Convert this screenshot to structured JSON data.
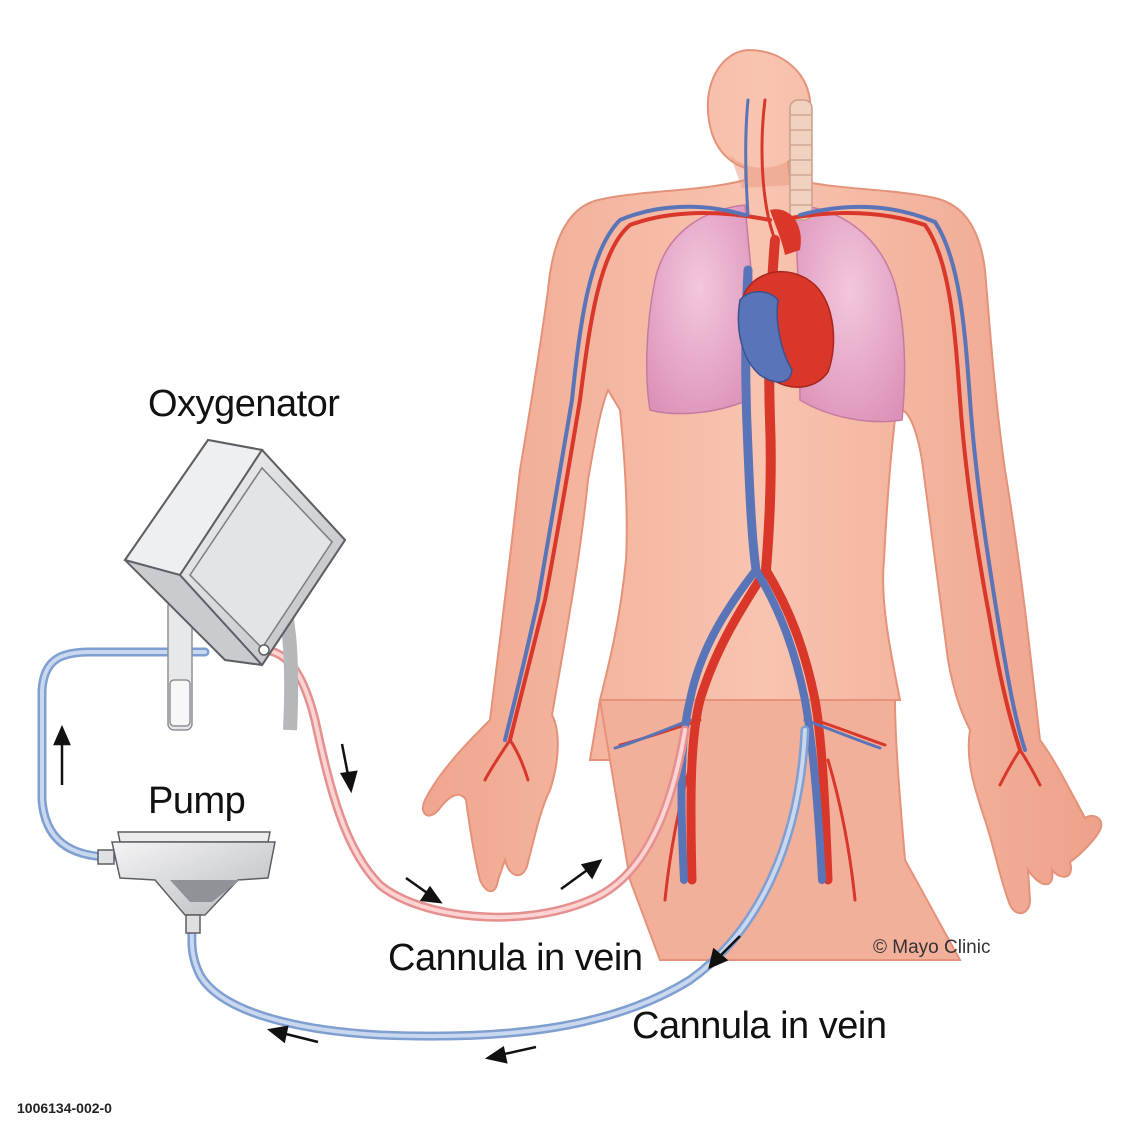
{
  "labels": {
    "oxygenator": "Oxygenator",
    "pump": "Pump",
    "cannula_upper": "Cannula in vein",
    "cannula_lower": "Cannula in vein",
    "copyright": "© Mayo Clinic",
    "figure_id": "1006134-002-0"
  },
  "colors": {
    "skin": "#f4b49e",
    "skin_shadow": "#e8977f",
    "artery": "#d8372a",
    "vein": "#5a74b8",
    "lung": "#e9a7c8",
    "tube_oxygenated": "#f2a9a9",
    "tube_deoxygenated": "#9db7dd",
    "device": "#d9dadc"
  },
  "icons": [
    "arrow-icon"
  ]
}
